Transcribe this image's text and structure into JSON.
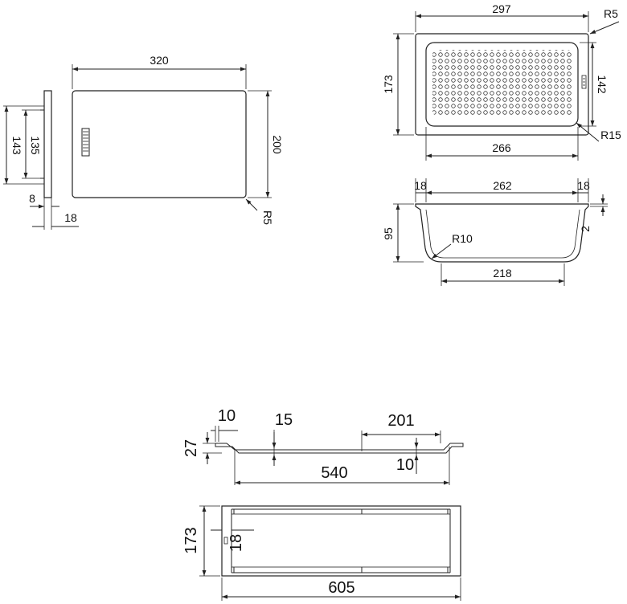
{
  "colors": {
    "line": "#222222",
    "background": "#ffffff"
  },
  "cutting_board": {
    "width": "320",
    "height": "200",
    "corner_radius": "R5",
    "side_height_outer": "143",
    "side_height_inner": "135",
    "side_thickness": "8",
    "side_total_thickness": "18"
  },
  "colander_top": {
    "length": "297",
    "width": "173",
    "inner_width": "142",
    "inner_length": "266",
    "outer_radius": "R5",
    "inner_radius": "R15"
  },
  "colander_section": {
    "rim_left": "18",
    "top_span": "262",
    "rim_right": "18",
    "depth": "95",
    "rim_drop": "2",
    "bottom_radius": "R10",
    "bottom_width": "218"
  },
  "rack_side": {
    "hook_gap": "10",
    "slot_width": "15",
    "slide_length": "201",
    "height": "27",
    "rail_length": "540",
    "slot_depth": "10"
  },
  "rack_top": {
    "width": "173",
    "total_length": "605",
    "end_width": "18"
  }
}
